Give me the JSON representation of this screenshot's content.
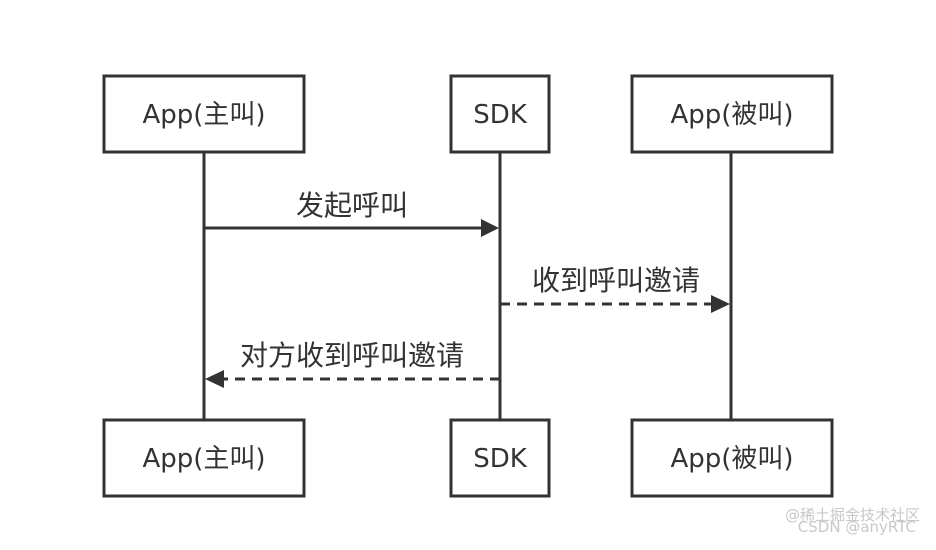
{
  "participants": {
    "caller": "App(主叫)",
    "sdk": "SDK",
    "callee": "App(被叫)"
  },
  "messages": [
    {
      "label": "发起呼叫",
      "style": "solid"
    },
    {
      "label": "收到呼叫邀请",
      "style": "dashed"
    },
    {
      "label": "对方收到呼叫邀请",
      "style": "dashed"
    }
  ],
  "watermark": {
    "line1": "@稀土掘金技术社区",
    "line2": "CSDN @anyRTC"
  },
  "colors": {
    "stroke": "#333333",
    "background": "#ffffff",
    "watermark": "#c8c8c8"
  }
}
